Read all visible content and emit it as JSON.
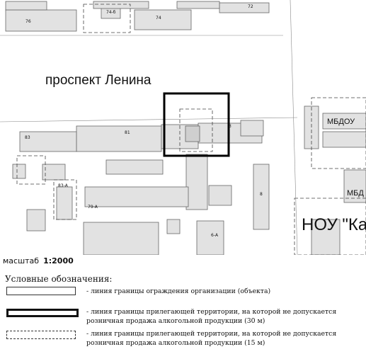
{
  "map": {
    "street_name": "проспект Ленина",
    "school_label": "НОУ \"Камелот",
    "kindergarten_label": "МБДОУ",
    "kindergarten_label_2": "МБД",
    "house_numbers": [
      "76",
      "74-б",
      "74",
      "72",
      "83",
      "81",
      "83-А",
      "79-А",
      "8",
      "6-А",
      "3"
    ]
  },
  "scale": {
    "label": "масштаб",
    "value": "1:2000"
  },
  "legend": {
    "title": "Условные обозначения:",
    "items": [
      {
        "style": "solid-thin",
        "text": "- линия границы ограждения организации (объекта)"
      },
      {
        "style": "solid-thick",
        "text": "- линия границы прилегающей территории, на которой не допускается розничная продажа алкогольной продукции (30 м)"
      },
      {
        "style": "dashed",
        "text": "- линия границы прилегающей территории, на которой не допускается розничная продажа алкогольной продукции (15 м)"
      }
    ]
  }
}
